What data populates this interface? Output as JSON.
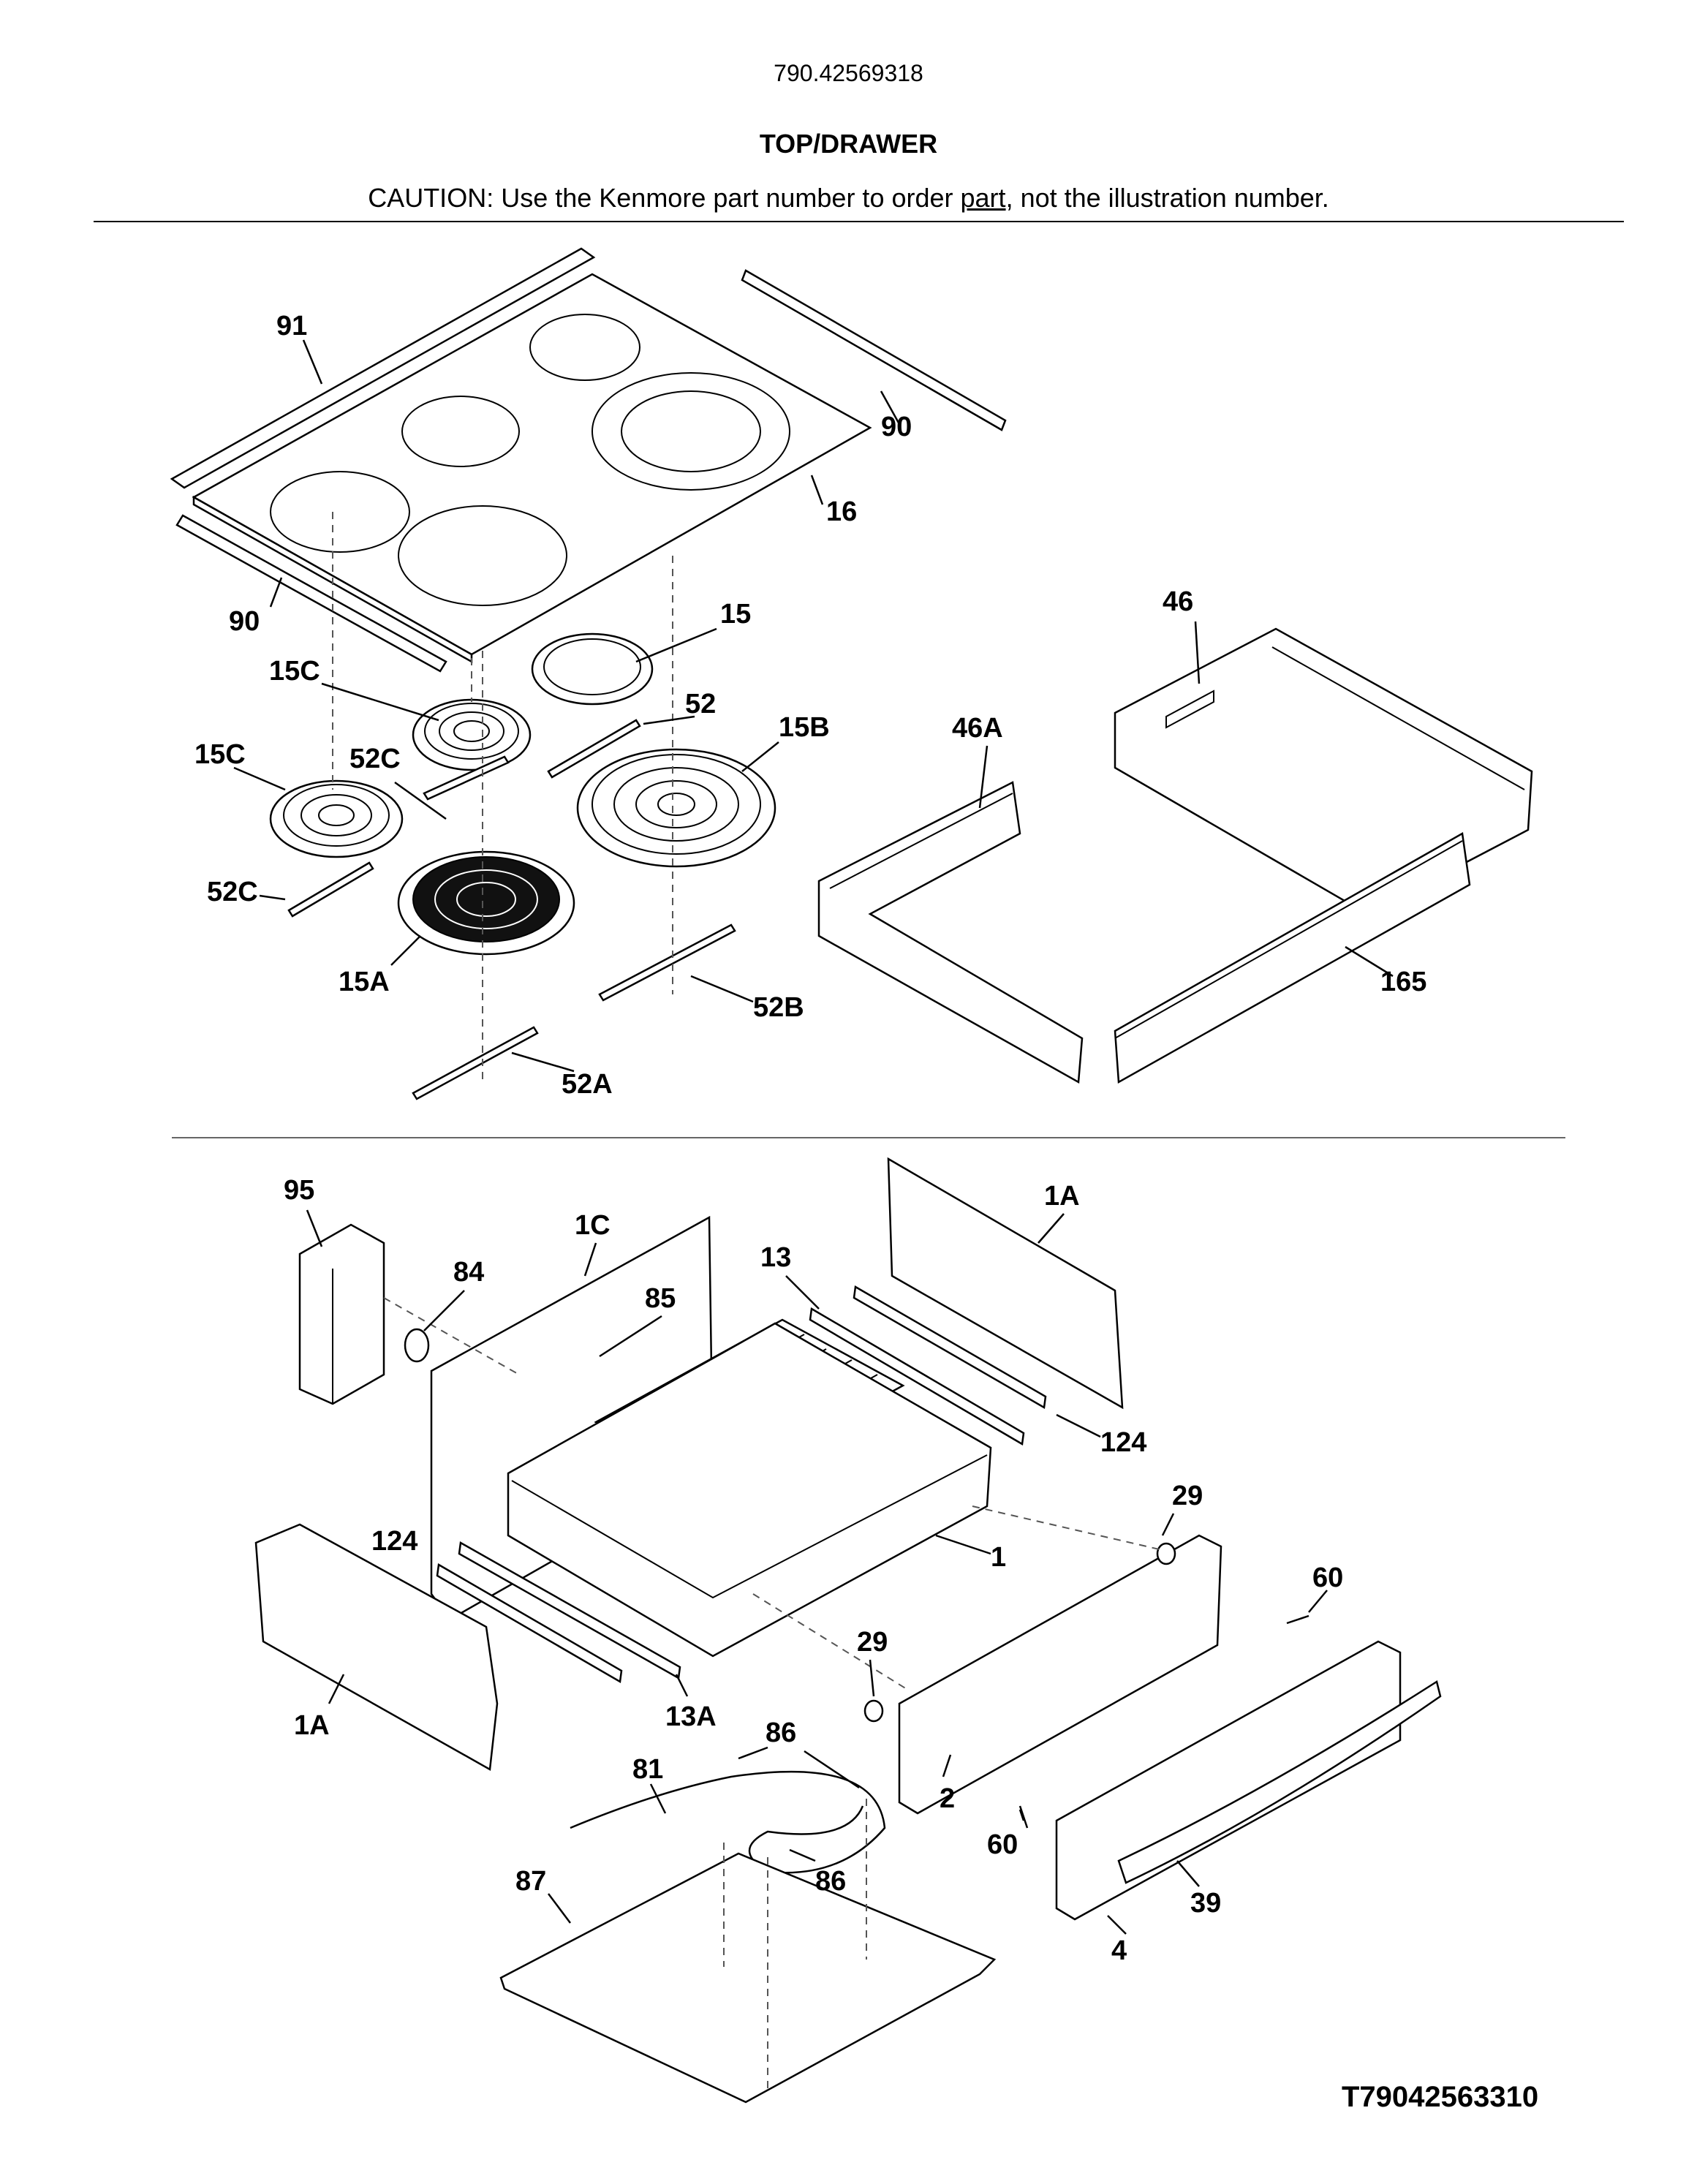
{
  "header": {
    "model_number": "790.42569318",
    "section_title": "TOP/DRAWER",
    "caution_prefix": "CAUTION: Use the Kenmore part number to order ",
    "caution_link": "part",
    "caution_suffix": ", not the illustration number."
  },
  "diagram_code": "T79042563310",
  "callouts": {
    "top": [
      "91",
      "90",
      "90",
      "16",
      "15",
      "15C",
      "15C",
      "52",
      "52C",
      "52C",
      "15B",
      "15A",
      "52B",
      "52A",
      "46",
      "46A",
      "165"
    ],
    "bottom": [
      "95",
      "1C",
      "84",
      "85",
      "13",
      "1A",
      "124",
      "124",
      "1",
      "29",
      "29",
      "60",
      "60",
      "1A",
      "13A",
      "86",
      "86",
      "81",
      "2",
      "39",
      "87",
      "4"
    ]
  }
}
